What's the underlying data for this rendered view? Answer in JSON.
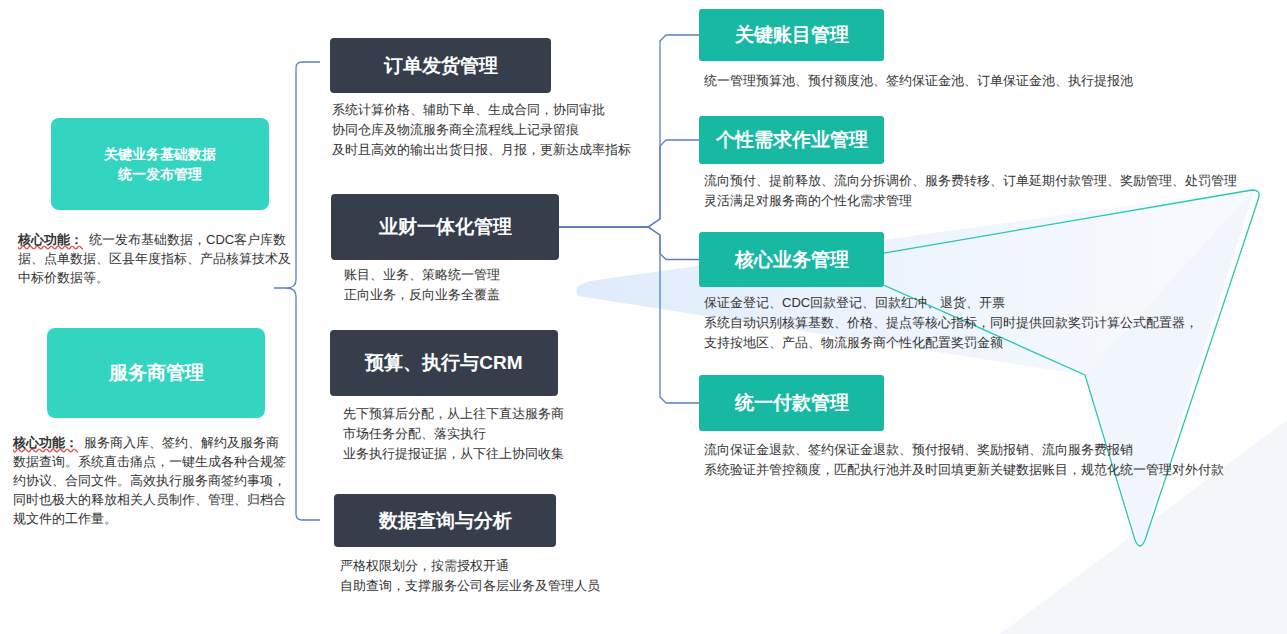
{
  "diagram": {
    "nodes": [
      {
        "text": [
          "关键业务基础数据 统一发布管理",
          "核心功能：",
          "统一发布基础数据，CDC客户库数据、点单数据、区县年度指标、产品核算技术及中标价数据等。"
        ]
      },
      {
        "text": [
          "服务商管理",
          "核心功能：",
          "服务商入库、签约、解约及服务商数据查询。系统直击痛点，一键生成各种合规签约协议、合同文件。高效执行服务商签约事项，同时也极大的释放相关人员制作、管理、归档合规文件的工作量。"
        ]
      },
      {
        "text": [
          "订单发货管理",
          "系统计算价格、辅助下单、生成合同，协同审批",
          "协同仓库及物流服务商全流程线上记录留痕",
          "及时且高效的输出出货日报、月报，更新达成率指标"
        ]
      },
      {
        "text": [
          "业财一体化管理",
          "账目、业务、策略统一管理",
          "正向业务，反向业务全覆盖"
        ]
      },
      {
        "text": [
          "预算、执行与CRM",
          "先下预算后分配，从上往下直达服务商",
          "市场任务分配、落实执行",
          "业务执行提报证据，从下往上协同收集"
        ]
      },
      {
        "text": [
          "数据查询与分析",
          "严格权限划分，按需授权开通",
          "自助查询，支撑服务公司各层业务及管理人员"
        ]
      },
      {
        "text": [
          "关键账目管理",
          "统一管理预算池、预付额度池、签约保证金池、订单保证金池、执行提报池"
        ]
      },
      {
        "text": [
          "个性需求作业管理",
          "流向预付、提前释放、流向分拆调价、服务费转移、订单延期付款管理、奖励管理、处罚管理",
          "灵活满足对服务商的个性化需求管理"
        ]
      },
      {
        "text": [
          "核心业务管理",
          "保证金登记、CDC回款登记、回款红冲、退货、开票",
          "系统自动识别核算基数、价格、提点等核心指标，同时提供回款奖罚计算公式配置器，",
          "支持按地区、产品、物流服务商个性化配置奖罚金额"
        ]
      },
      {
        "text": [
          "统一付款管理",
          "流向保证金退款、签约保证金退款、预付报销、奖励报销、流向服务费报销",
          "系统验证并管控额度，匹配执行池并及时回填更新关键数据账目，规范化统一管理对外付款"
        ]
      }
    ],
    "edges": [
      {
        "from": 3,
        "to": 6,
        "arrow": "none"
      },
      {
        "from": 3,
        "to": 7,
        "arrow": "none"
      },
      {
        "from": 3,
        "to": 8,
        "arrow": "none"
      },
      {
        "from": 3,
        "to": 9,
        "arrow": "none"
      }
    ]
  }
}
